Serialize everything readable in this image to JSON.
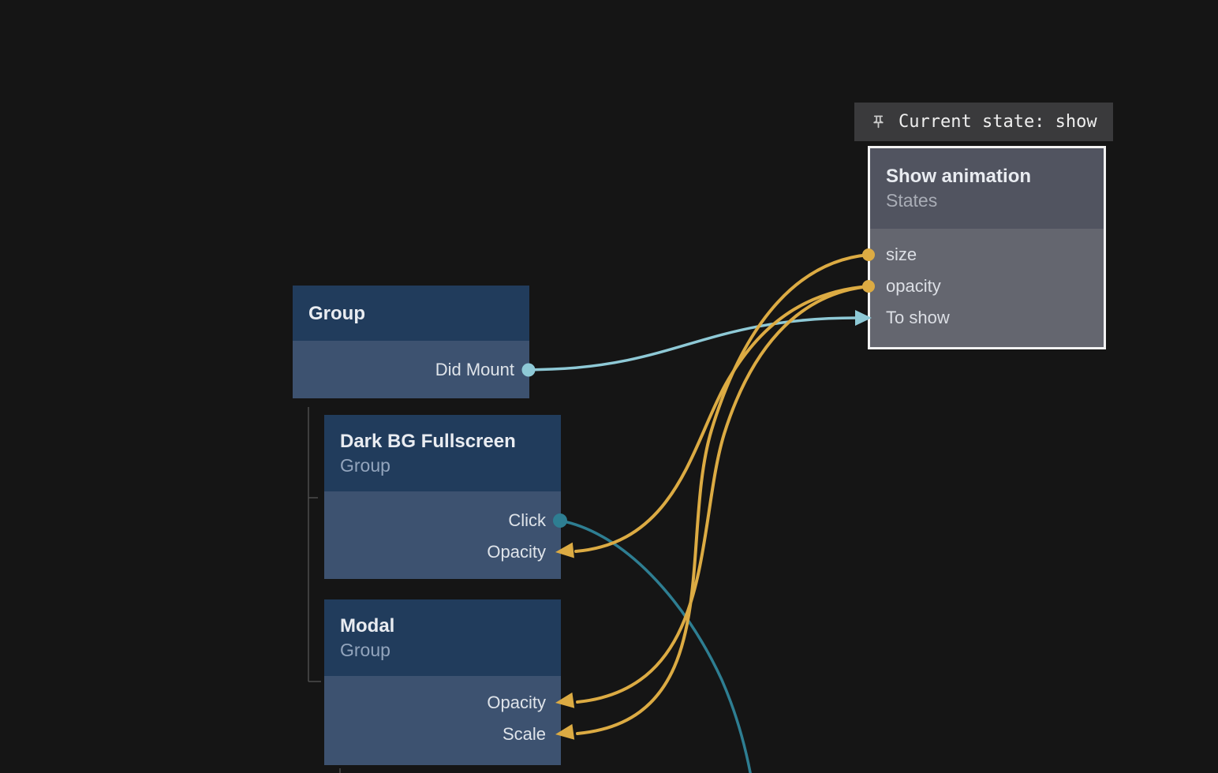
{
  "colors": {
    "background": "#151515",
    "yellow": "#dcab43",
    "light_teal": "#8ec9d6",
    "dark_teal": "#2e7e92",
    "tree_line": "#4d4d4d",
    "node_border": "#f2f2f2",
    "blue_header": "#213c5c",
    "blue_body": "#3d5270",
    "gray_header": "#515460",
    "gray_body": "#64666f",
    "tooltip_bg": "#3a3a3c"
  },
  "tooltip": {
    "label": "Current state: show",
    "icon": "pin-icon"
  },
  "nodes": {
    "show_animation": {
      "title": "Show animation",
      "subtitle": "States",
      "rows": [
        {
          "label": "size",
          "port": "yellow-dot"
        },
        {
          "label": "opacity",
          "port": "yellow-dot"
        },
        {
          "label": "To show",
          "port": "teal-arrow-in"
        }
      ]
    },
    "group": {
      "title": "Group",
      "rows": [
        {
          "label": "Did Mount",
          "port": "teal-dot"
        }
      ]
    },
    "dark_bg_fullscreen": {
      "title": "Dark BG Fullscreen",
      "subtitle": "Group",
      "rows": [
        {
          "label": "Click",
          "port": "teal-dot"
        },
        {
          "label": "Opacity",
          "port": "yellow-arrow-in"
        }
      ]
    },
    "modal": {
      "title": "Modal",
      "subtitle": "Group",
      "rows": [
        {
          "label": "Opacity",
          "port": "yellow-arrow-in"
        },
        {
          "label": "Scale",
          "port": "yellow-arrow-in"
        }
      ]
    }
  },
  "connections": [
    {
      "from": "Group / Did Mount",
      "to": "Show animation / To show",
      "color": "light_teal"
    },
    {
      "from": "Dark BG Fullscreen / Click",
      "to": "offscreen-bottom",
      "color": "dark_teal"
    },
    {
      "from": "Show animation / opacity",
      "to": "Dark BG Fullscreen / Opacity",
      "color": "yellow"
    },
    {
      "from": "Show animation / opacity",
      "to": "Modal / Opacity",
      "color": "yellow"
    },
    {
      "from": "Show animation / size",
      "to": "Modal / Scale",
      "color": "yellow"
    }
  ]
}
